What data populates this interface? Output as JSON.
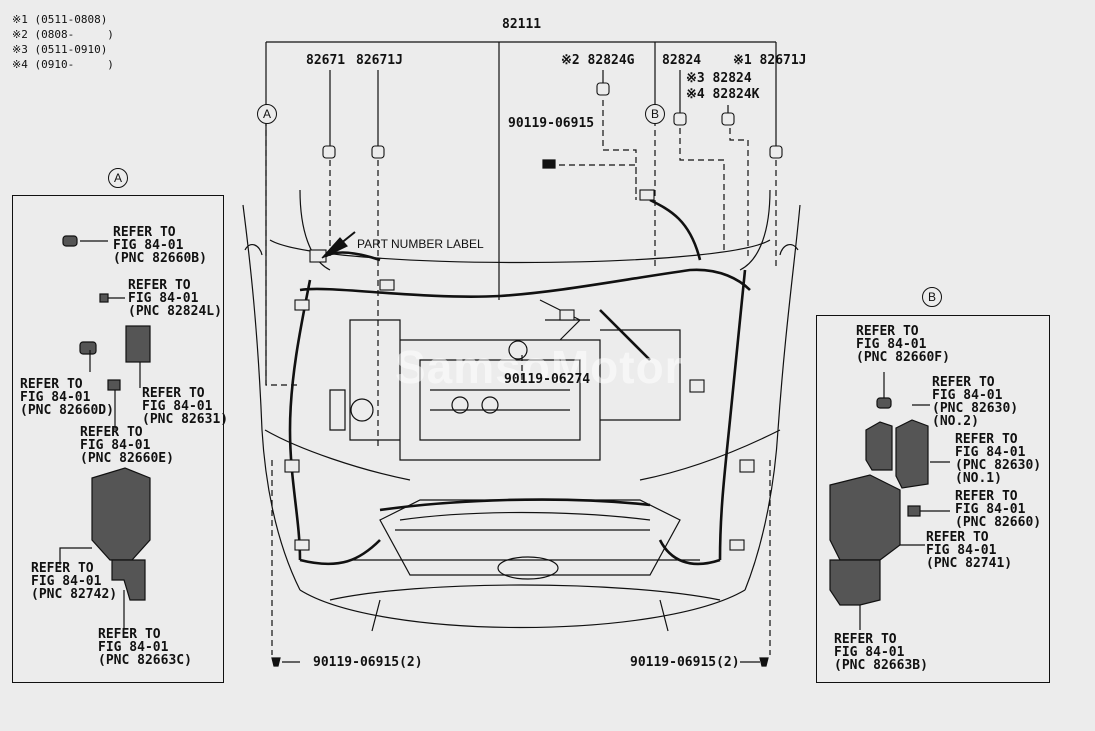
{
  "legend": [
    "※1 (0511-0808)",
    "※2 (0808-     )",
    "※3 (0511-0910)",
    "※4 (0910-     )"
  ],
  "parts": {
    "main": "82111",
    "p82671": "82671",
    "p82671J_left": "82671J",
    "p82824G": "※2 82824G",
    "p82824": "82824",
    "p82671J_right": "※1 82671J",
    "p82824_3": "※3 82824",
    "p82824K": "※4 82824K",
    "bolt_top": "90119-06915",
    "bolt_mid": "90119-06274",
    "bolt_left": "90119-06915(2)",
    "bolt_right": "90119-06915(2)",
    "part_label": "PART NUMBER LABEL"
  },
  "callouts": {
    "a": "A",
    "b": "B"
  },
  "panel_a": [
    "REFER TO\nFIG 84-01\n(PNC 82660B)",
    "REFER TO\nFIG 84-01\n(PNC 82824L)",
    "REFER TO\nFIG 84-01\n(PNC 82660D)",
    "REFER TO\nFIG 84-01\n(PNC 82631)",
    "REFER TO\nFIG 84-01\n(PNC 82660E)",
    "REFER TO\nFIG 84-01\n(PNC 82742)",
    "REFER TO\nFIG 84-01\n(PNC 82663C)"
  ],
  "panel_b": [
    "REFER TO\nFIG 84-01\n(PNC 82660F)",
    "REFER TO\nFIG 84-01\n(PNC 82630)\n(NO.2)",
    "REFER TO\nFIG 84-01\n(PNC 82630)\n(NO.1)",
    "REFER TO\nFIG 84-01\n(PNC 82660)",
    "REFER TO\nFIG 84-01\n(PNC 82741)",
    "REFER TO\nFIG 84-01\n(PNC 82663B)"
  ],
  "watermark": "SamsoMotor",
  "colors": {
    "background": "#ececec",
    "line": "#111111"
  }
}
